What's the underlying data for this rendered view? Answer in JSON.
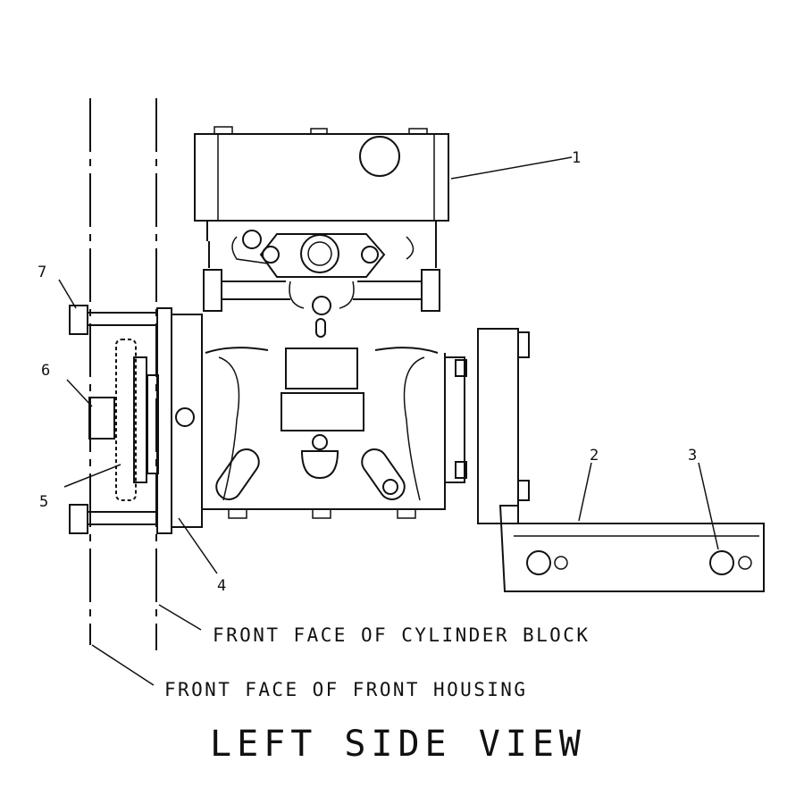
{
  "callouts": [
    "1",
    "2",
    "3",
    "4",
    "5",
    "6",
    "7"
  ],
  "notes": {
    "cylinder_block": "FRONT FACE OF CYLINDER BLOCK",
    "front_housing": "FRONT FACE OF FRONT HOUSING"
  },
  "title": "LEFT SIDE VIEW"
}
